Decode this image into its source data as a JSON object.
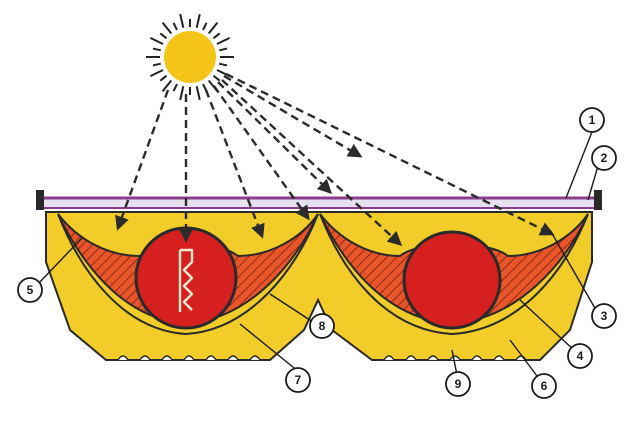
{
  "colors": {
    "background": "#ffffff",
    "sun": "#f5c418",
    "sun_rays": "#222222",
    "housing": "#f2cd2a",
    "housing_edge": "#2a2a2a",
    "reflector": "#e8552a",
    "reflector_hatch": "#7a1e0a",
    "absorber": "#d61f1f",
    "glass_cover": "#8a3d8a",
    "glass_highlight": "#e6e0f0",
    "light_rays": "#2b2b2b"
  },
  "icons": {
    "sun": "sun-icon",
    "absorber_pipe": "absorber-tube-icon",
    "coil": "heating-coil-icon"
  },
  "callouts": [
    {
      "id": "1",
      "label": "1"
    },
    {
      "id": "2",
      "label": "2"
    },
    {
      "id": "3",
      "label": "3"
    },
    {
      "id": "4",
      "label": "4"
    },
    {
      "id": "5",
      "label": "5"
    },
    {
      "id": "6",
      "label": "6"
    },
    {
      "id": "7",
      "label": "7"
    },
    {
      "id": "8",
      "label": "8"
    },
    {
      "id": "9",
      "label": "9"
    }
  ]
}
